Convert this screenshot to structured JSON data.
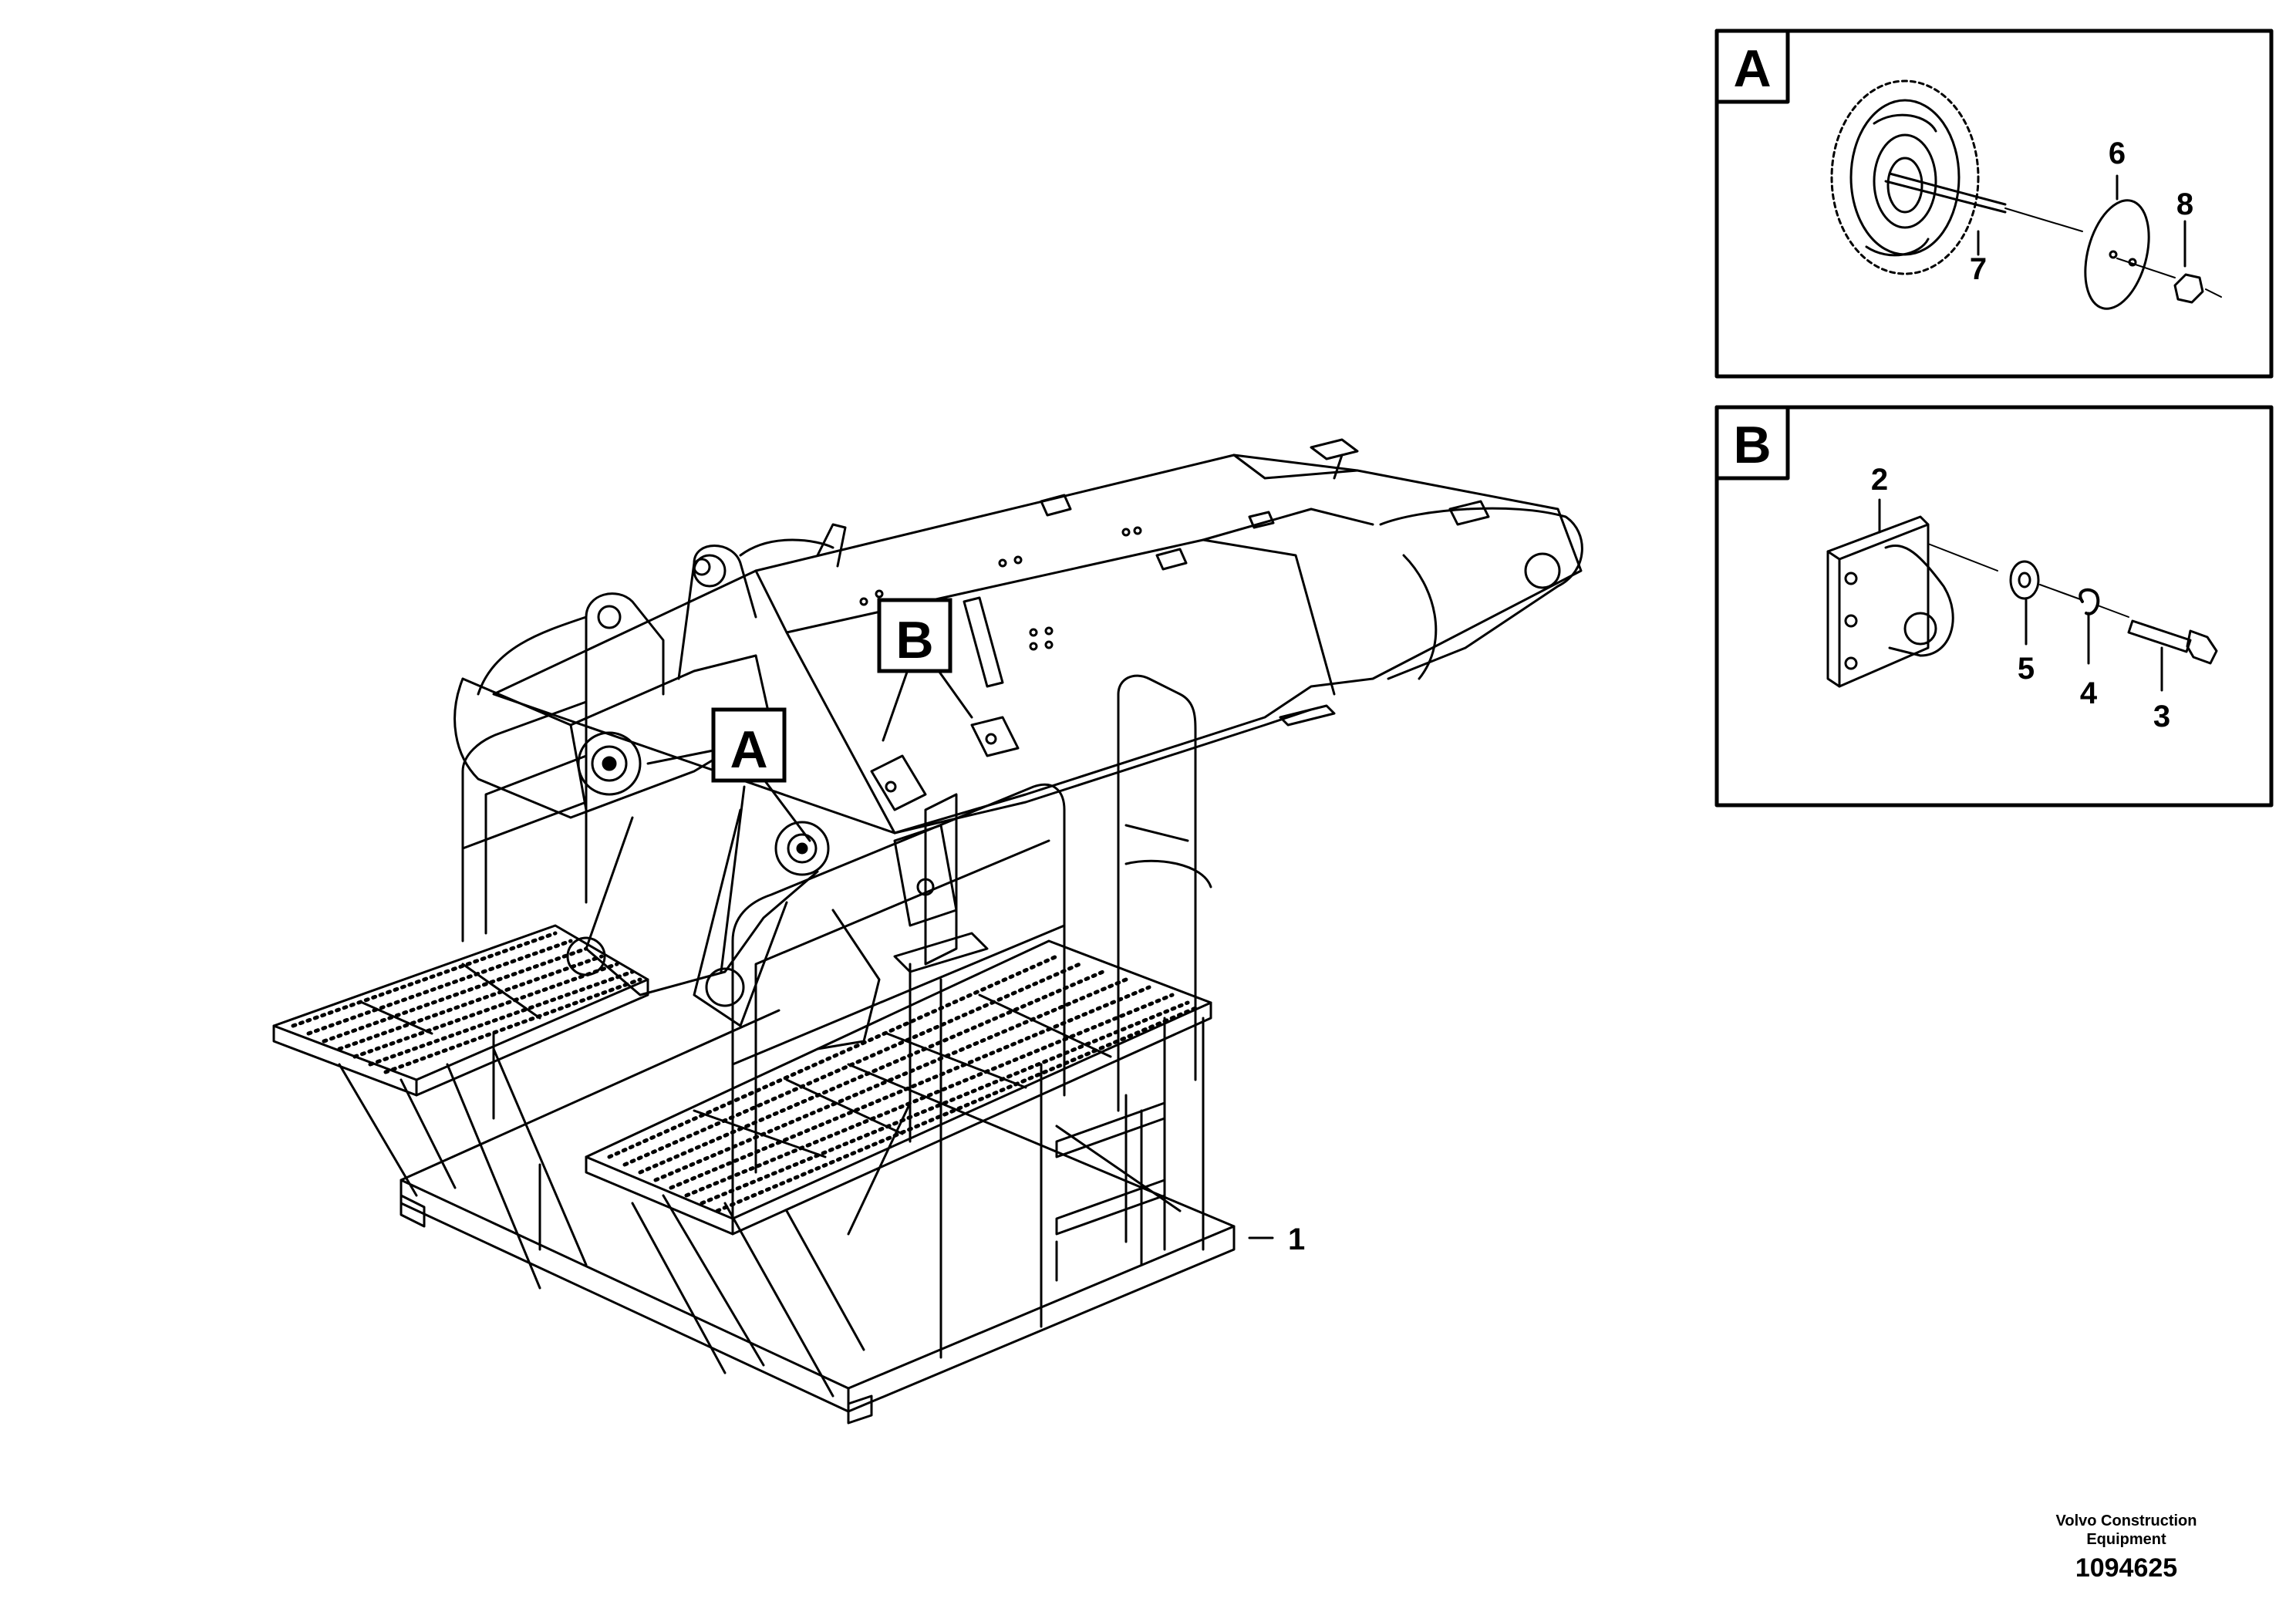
{
  "main_view": {
    "callout_A": "A",
    "callout_B": "B",
    "part_1": "1"
  },
  "detail_A": {
    "label": "A",
    "part_6": "6",
    "part_7": "7",
    "part_8": "8"
  },
  "detail_B": {
    "label": "B",
    "part_2": "2",
    "part_3": "3",
    "part_4": "4",
    "part_5": "5"
  },
  "footer": {
    "brand_line1": "Volvo Construction",
    "brand_line2": "Equipment",
    "document_number": "1094625"
  }
}
